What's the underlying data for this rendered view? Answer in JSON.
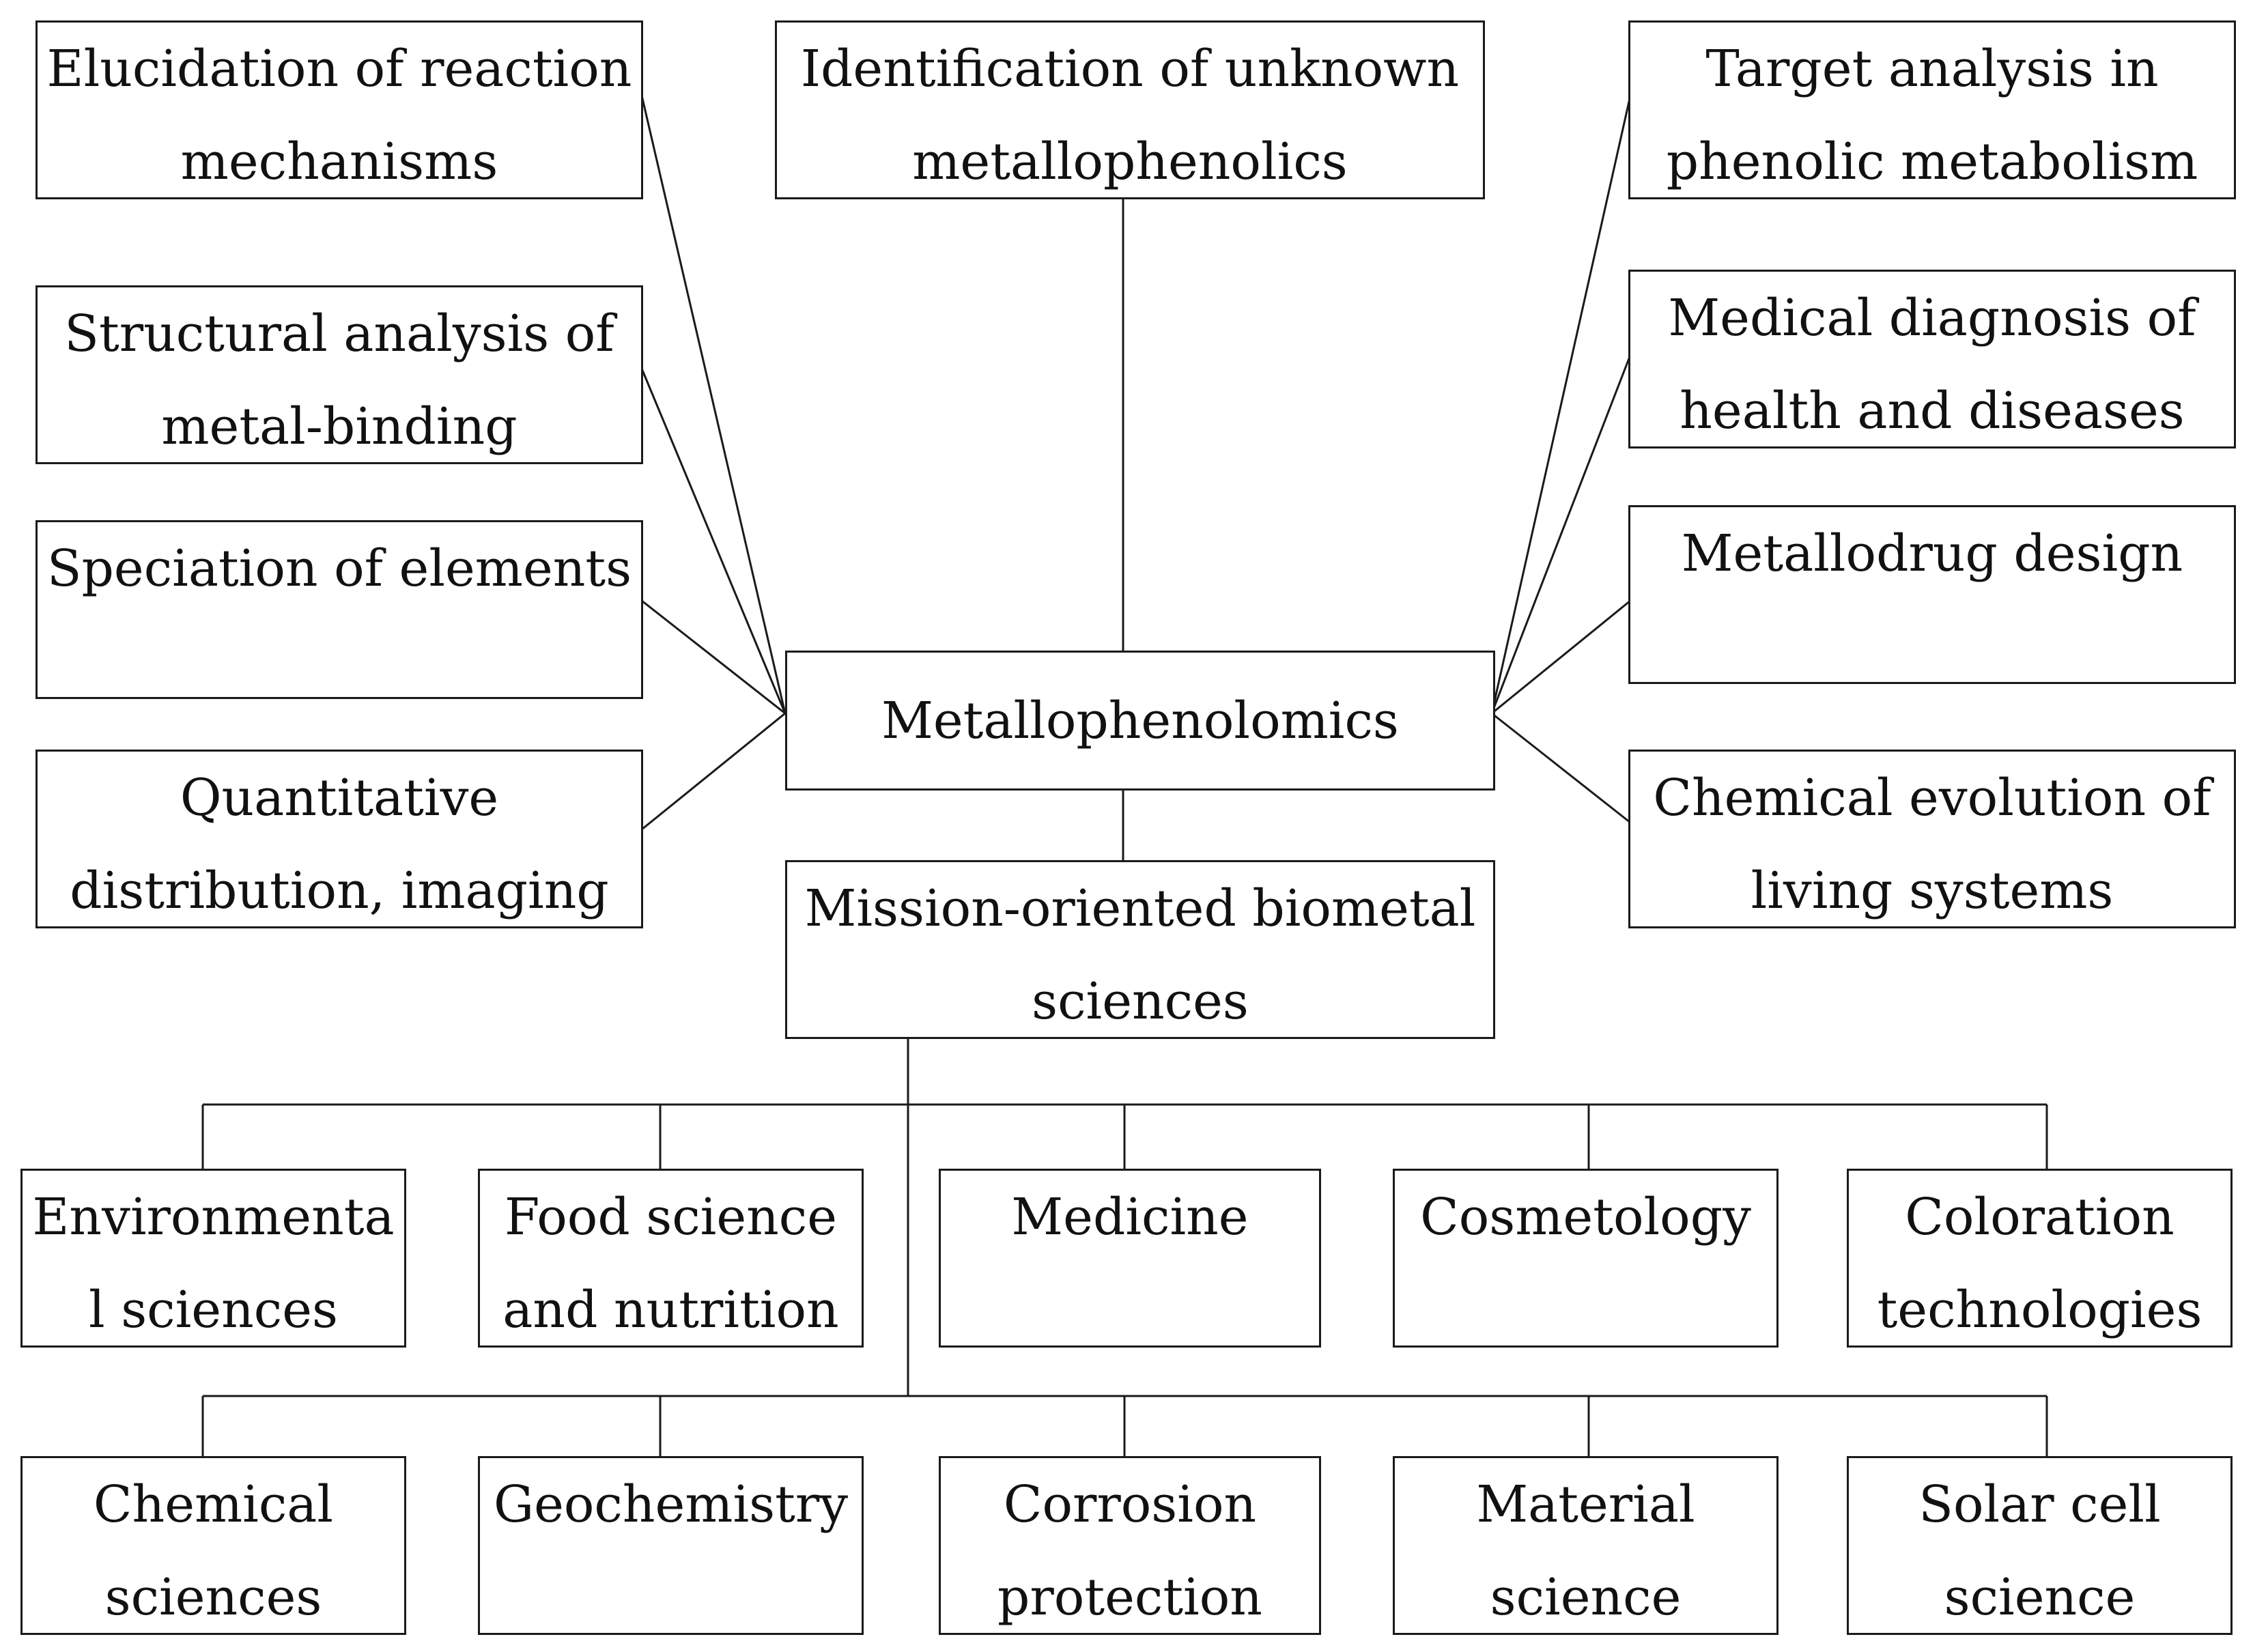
{
  "center": {
    "label": "Metallophenolomics"
  },
  "mission": {
    "line1": "Mission-oriented biometal",
    "line2": "sciences"
  },
  "top": {
    "line1": "Identification of unknown",
    "line2": "metallophenolics"
  },
  "left": [
    {
      "line1": "Elucidation of reaction",
      "line2": "mechanisms"
    },
    {
      "line1": "Structural analysis of",
      "line2": "metal-binding"
    },
    {
      "line1": "Speciation of elements",
      "line2": ""
    },
    {
      "line1": "Quantitative",
      "line2": "distribution, imaging"
    }
  ],
  "right": [
    {
      "line1": "Target analysis in",
      "line2": "phenolic metabolism"
    },
    {
      "line1": "Medical diagnosis of",
      "line2": "health and diseases"
    },
    {
      "line1": "Metallodrug design",
      "line2": ""
    },
    {
      "line1": "Chemical evolution of",
      "line2": "living systems"
    }
  ],
  "row1": [
    {
      "line1": "Environmenta",
      "line2": "l sciences"
    },
    {
      "line1": "Food science",
      "line2": "and nutrition"
    },
    {
      "line1": "Medicine",
      "line2": ""
    },
    {
      "line1": "Cosmetology",
      "line2": ""
    },
    {
      "line1": "Coloration",
      "line2": "technologies"
    }
  ],
  "row2": [
    {
      "line1": "Chemical",
      "line2": "sciences"
    },
    {
      "line1": "Geochemistry",
      "line2": ""
    },
    {
      "line1": "Corrosion",
      "line2": "protection"
    },
    {
      "line1": "Material",
      "line2": "science"
    },
    {
      "line1": "Solar cell",
      "line2": "science"
    }
  ]
}
